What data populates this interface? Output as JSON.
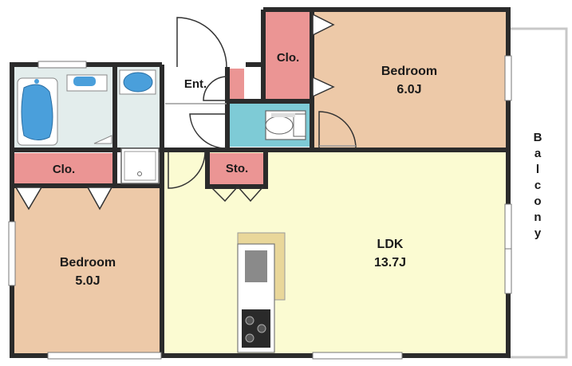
{
  "rooms": {
    "bedroom_large": {
      "name": "Bedroom",
      "size": "6.0J"
    },
    "bedroom_small": {
      "name": "Bedroom",
      "size": "5.0J"
    },
    "ldk": {
      "name": "LDK",
      "size": "13.7J"
    },
    "closet_top": {
      "name": "Clo."
    },
    "closet_left": {
      "name": "Clo."
    },
    "entrance": {
      "name": "Ent."
    },
    "storage": {
      "name": "Sto."
    }
  },
  "balcony": {
    "letters": [
      "B",
      "a",
      "l",
      "c",
      "o",
      "n",
      "y"
    ]
  },
  "colors": {
    "bedroom": "#EDC9A8",
    "ldk": "#FBFBD2",
    "closet": "#EB9594",
    "toilet": "#7ECBD6",
    "bath": "#E3EDEC",
    "bath_tub": "#4A9FDB",
    "entrance": "#FFFFFF",
    "wall": "#2b2b2b",
    "counter": "#E9D79A"
  }
}
